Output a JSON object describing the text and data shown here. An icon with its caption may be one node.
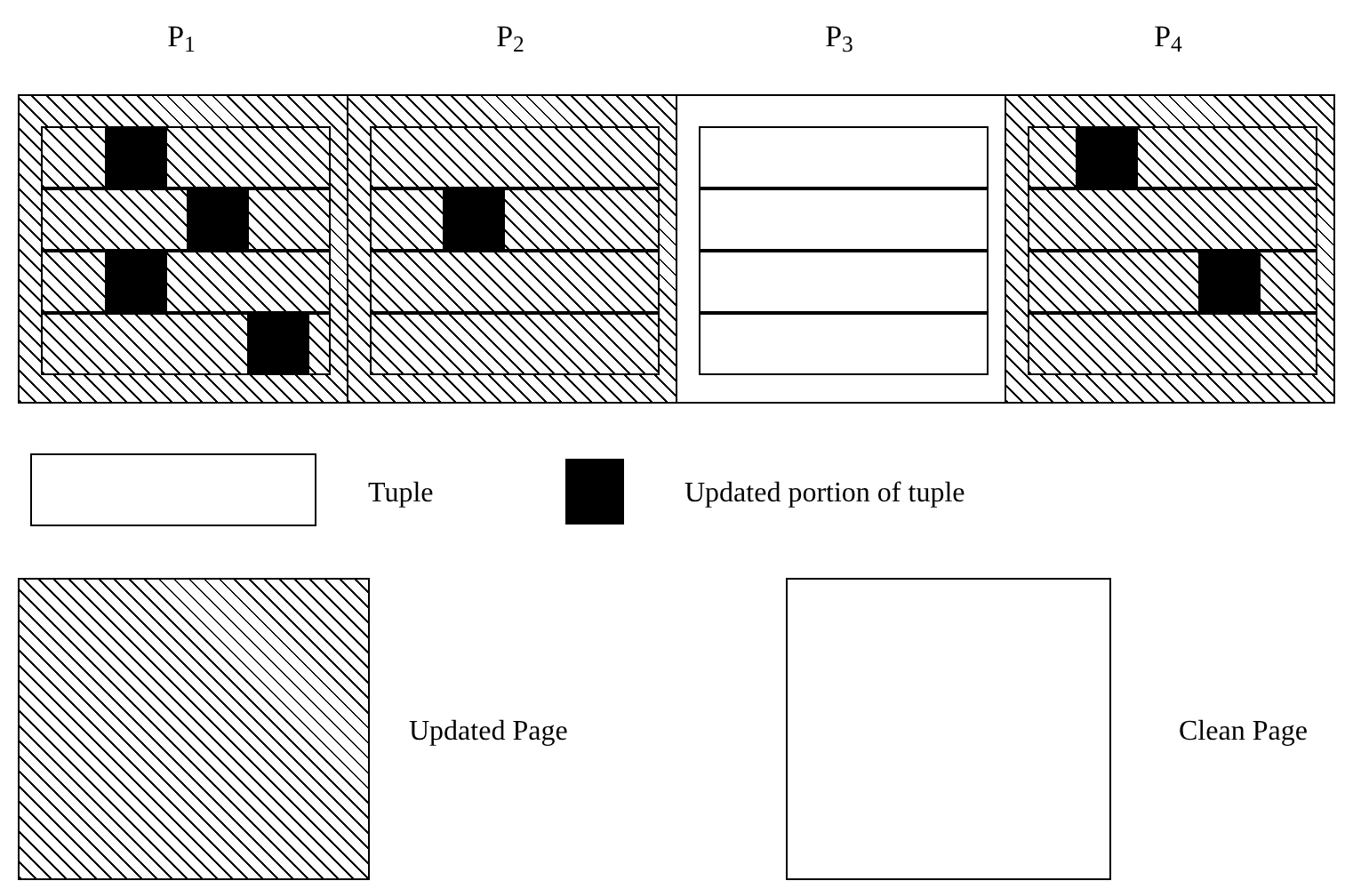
{
  "diagram": {
    "nodes": [
      {
        "text": [
          "P$_{1}$"
        ]
      },
      {
        "text": [],
        "shape": "box",
        "in": 0
      },
      {
        "text": [],
        "shape": "box",
        "in": 1
      },
      {
        "text": [],
        "shape": "box",
        "in": 0
      },
      {
        "text": [],
        "shape": "box",
        "in": 3
      },
      {
        "text": [],
        "shape": "box",
        "in": 0
      },
      {
        "text": [],
        "shape": "box",
        "in": 5
      },
      {
        "text": [],
        "shape": "box",
        "in": 0
      },
      {
        "text": [],
        "shape": "box",
        "in": 7
      },
      {
        "text": [
          "P$_{2}$"
        ]
      },
      {
        "text": [],
        "shape": "box",
        "in": 9
      },
      {
        "text": [],
        "shape": "box",
        "in": 9
      },
      {
        "text": [],
        "shape": "box",
        "in": 11
      },
      {
        "text": [],
        "shape": "box",
        "in": 9
      },
      {
        "text": [],
        "shape": "box",
        "in": 9
      },
      {
        "text": [
          "P$_{3}$"
        ]
      },
      {
        "text": [],
        "shape": "box",
        "in": 15
      },
      {
        "text": [],
        "shape": "box",
        "in": 15
      },
      {
        "text": [],
        "shape": "box",
        "in": 15
      },
      {
        "text": [],
        "shape": "box",
        "in": 15
      },
      {
        "text": [
          "P$_{4}$"
        ]
      },
      {
        "text": [],
        "shape": "box",
        "in": 20
      },
      {
        "text": [],
        "shape": "box",
        "in": 21
      },
      {
        "text": [],
        "shape": "box",
        "in": 20
      },
      {
        "text": [],
        "shape": "box",
        "in": 20
      },
      {
        "text": [],
        "shape": "box",
        "in": 24
      },
      {
        "text": [],
        "shape": "box",
        "in": 20
      }
    ],
    "legend": [
      {
        "text": "Tuple",
        "color": "#ffffff"
      },
      {
        "text": "Updated portion of tuple",
        "color": "#000000"
      },
      {
        "text": "Updated Page"
      },
      {
        "text": "Clean Page",
        "color": "#ffffff"
      }
    ]
  }
}
